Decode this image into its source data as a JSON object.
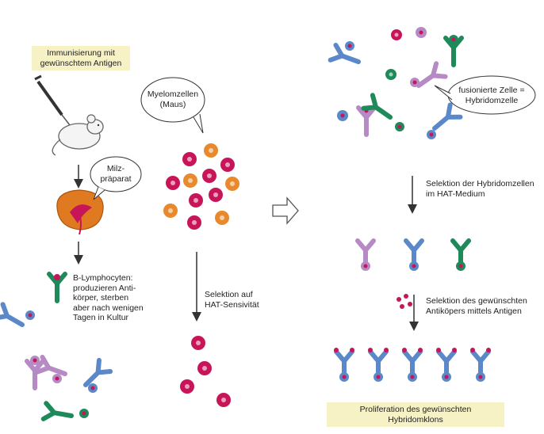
{
  "labels": {
    "immunization": "Immunisierung mit\ngewünschtem Antigen",
    "spleen_prep": "Milz-\npräparat",
    "myeloma": "Myelomzellen\n(Maus)",
    "b_lymphocytes": "B-Lymphocyten:\nproduzieren Anti-\nkörper, sterben\naber nach wenigen\nTagen in Kultur",
    "hat_selection": "Selektion auf\nHAT-Sensivität",
    "fused_cell": "fusionierte Zelle =\nHybridomzelle",
    "hybridoma_selection": "Selektion der Hybridomzellen\nim HAT-Medium",
    "antibody_selection": "Selektion des gewünschten\nAntiköpers mittels Antigen",
    "proliferation": "Proliferation des gewünschten Hybridomklons"
  },
  "colors": {
    "cell_magenta": "#c8155a",
    "cell_orange": "#e8892e",
    "antibody_blue": "#5a88c8",
    "antibody_lilac": "#b68ac4",
    "antibody_green": "#1e8a5a",
    "antigen_red": "#c8155a",
    "box_fill": "#f6f2c6",
    "spleen_orange": "#e07a20"
  }
}
